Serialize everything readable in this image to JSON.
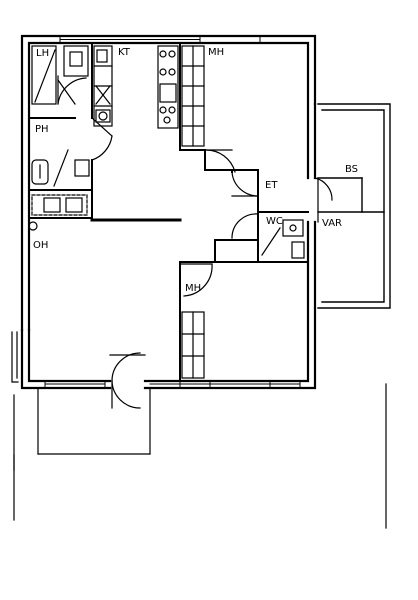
{
  "rooms": {
    "lh": "LH",
    "kt": "KT",
    "mh_top": "MH",
    "ph": "PH",
    "et": "ET",
    "bs": "BS",
    "wc": "WC",
    "var": "VAR",
    "oh": "OH",
    "mh_bottom": "MH"
  }
}
